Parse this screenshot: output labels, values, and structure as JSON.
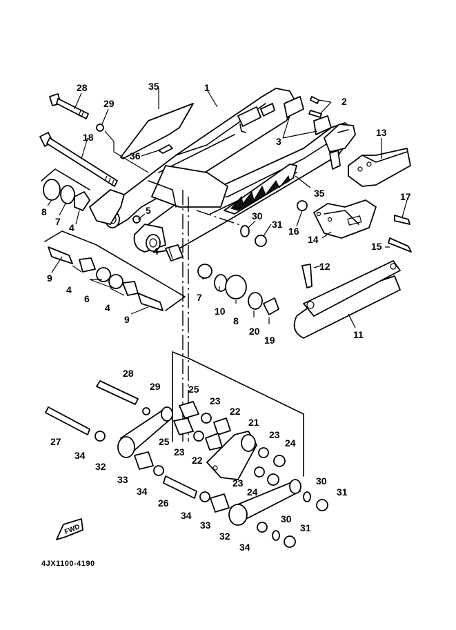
{
  "diagram": {
    "title": "Rear Arm (Swingarm) Exploded Parts Diagram",
    "catalog_code": "4JX1100-4190",
    "direction_indicator": "FWD",
    "callouts": {
      "c1": "1",
      "c2": "2",
      "c3": "3",
      "c4a": "4",
      "c4b": "4",
      "c4c": "4",
      "c4d": "4",
      "c5": "5",
      "c6": "6",
      "c7a": "7",
      "c7b": "7",
      "c8a": "8",
      "c8b": "8",
      "c9a": "9",
      "c9b": "9",
      "c10": "10",
      "c11": "11",
      "c12": "12",
      "c13": "13",
      "c14": "14",
      "c15": "15",
      "c16": "16",
      "c17": "17",
      "c18": "18",
      "c19": "19",
      "c20": "20",
      "c21": "21",
      "c22a": "22",
      "c22b": "22",
      "c23a": "23",
      "c23b": "23",
      "c23c": "23",
      "c23d": "23",
      "c24a": "24",
      "c24b": "24",
      "c25a": "25",
      "c25b": "25",
      "c26": "26",
      "c27": "27",
      "c28a": "28",
      "c28b": "28",
      "c29a": "29",
      "c29b": "29",
      "c30a": "30",
      "c30b": "30",
      "c30c": "30",
      "c31a": "31",
      "c31b": "31",
      "c31c": "31",
      "c32a": "32",
      "c32b": "32",
      "c33a": "33",
      "c33b": "33",
      "c34a": "34",
      "c34b": "34",
      "c34c": "34",
      "c34d": "34",
      "c35a": "35",
      "c35b": "35",
      "c36": "36"
    }
  }
}
